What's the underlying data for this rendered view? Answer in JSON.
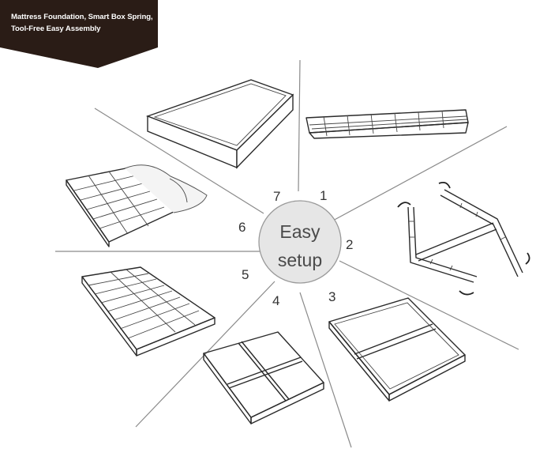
{
  "banner": {
    "line1": "Mattress Foundation, Smart Box Spring,",
    "line2": "Tool-Free Easy Assembly",
    "color": "#2a1c16"
  },
  "hub": {
    "line1": "Easy",
    "line2": "setup",
    "fill": "#e6e6e6"
  },
  "steps": [
    "1",
    "2",
    "3",
    "4",
    "5",
    "6",
    "7"
  ]
}
